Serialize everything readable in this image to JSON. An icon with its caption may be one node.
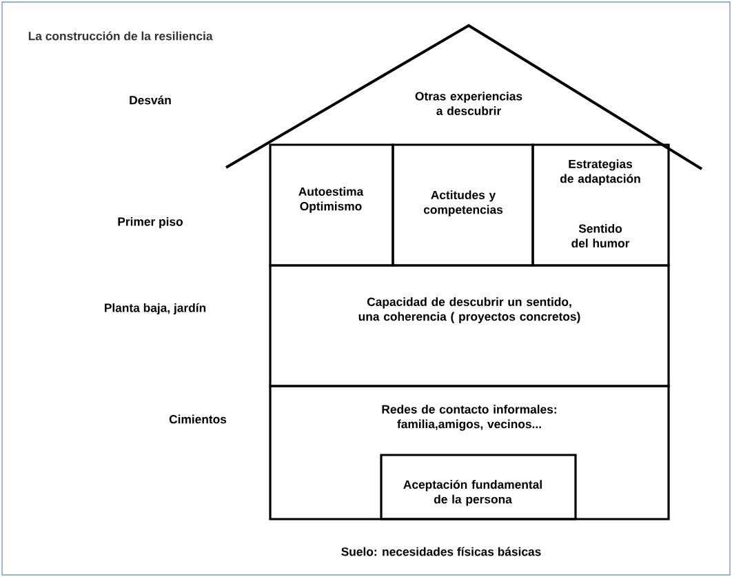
{
  "diagram": {
    "title": "La construcción de la resiliencia",
    "nodes": [
      {
        "text": [
          "Otras experiencias a descubrir"
        ]
      },
      {
        "text": [
          "Autoestima Optimismo"
        ]
      },
      {
        "text": [
          "Actitudes y competencias"
        ]
      },
      {
        "text": [
          "Estrategias de adaptación",
          "Sentido del humor"
        ]
      },
      {
        "text": [
          "Capacidad de descubrir un sentido, una coherencia ( proyectos concretos)"
        ]
      },
      {
        "text": [
          "Redes de contacto informales: familia,amigos, vecinos..."
        ]
      },
      {
        "text": [
          "Aceptación fundamental de la persona"
        ],
        "in": 5
      }
    ],
    "labels": [
      "Desván",
      "Primer piso",
      "Planta baja, jardín",
      "Cimientos",
      "Suelo: necesidades físicas básicas"
    ]
  }
}
